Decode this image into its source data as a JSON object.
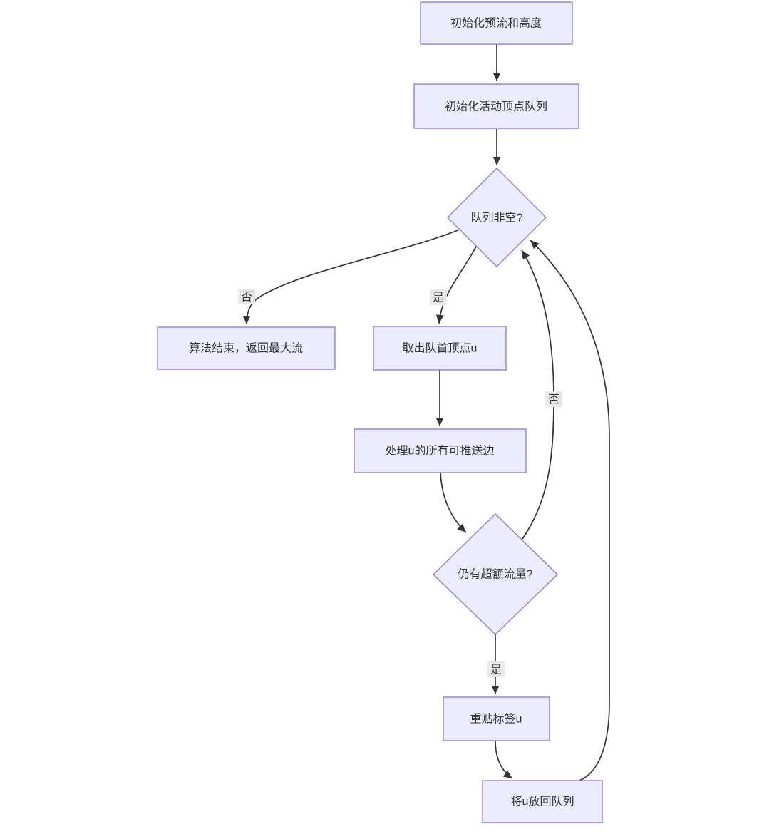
{
  "diagram": {
    "type": "flowchart",
    "colors": {
      "node_fill": "#ECECFF",
      "node_border": "#9370DB",
      "edge_stroke": "#333333",
      "text": "#333333",
      "edge_label_bg": "#e8e8e8"
    },
    "nodes": {
      "init_preflow": {
        "label": "初始化预流和高度",
        "shape": "rect"
      },
      "init_queue": {
        "label": "初始化活动顶点队列",
        "shape": "rect"
      },
      "queue_nonempty": {
        "label": "队列非空?",
        "shape": "diamond"
      },
      "algo_end": {
        "label": "算法结束，返回最大流",
        "shape": "rect"
      },
      "dequeue_u": {
        "label": "取出队首顶点u",
        "shape": "rect"
      },
      "process_edges": {
        "label": "处理u的所有可推送边",
        "shape": "rect"
      },
      "excess_flow": {
        "label": "仍有超额流量?",
        "shape": "diamond"
      },
      "relabel_u": {
        "label": "重贴标签u",
        "shape": "rect"
      },
      "requeue_u": {
        "label": "将u放回队列",
        "shape": "rect"
      }
    },
    "edge_labels": {
      "no_to_end": "否",
      "yes_to_dequeue": "是",
      "no_back_to_queue": "否",
      "yes_to_relabel": "是"
    }
  }
}
